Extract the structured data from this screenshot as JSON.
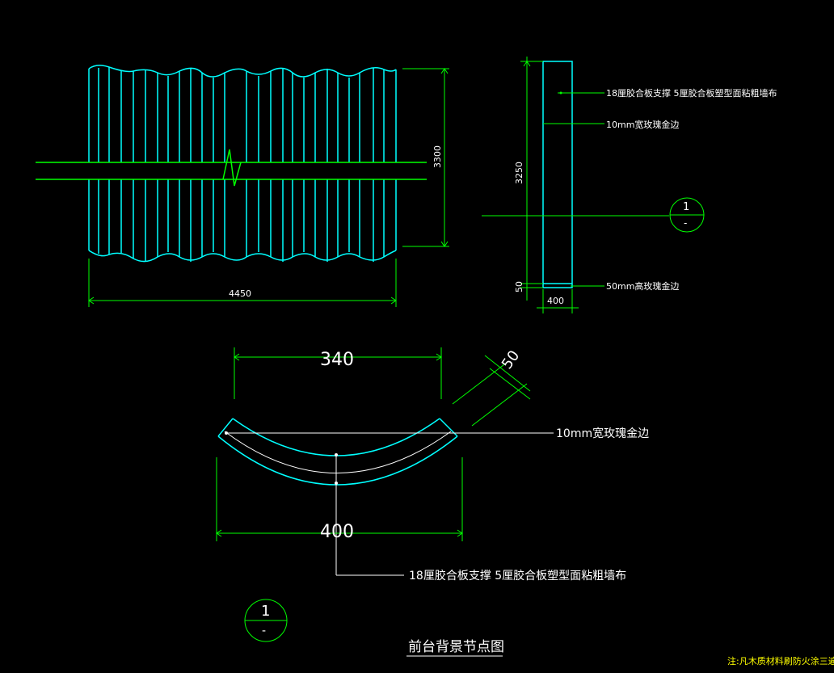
{
  "front_view": {
    "width_dim": "4450",
    "height_dim": "3300"
  },
  "side_view": {
    "height_dim": "3250",
    "bottom_dim": "50",
    "width_dim": "400",
    "label_top": "18厘胶合板支撑 5厘胶合板塑型面粘粗墙布",
    "label_mid": "10mm宽玫瑰金边",
    "label_bottom": "50mm高玫瑰金边",
    "section_mark_num": "1",
    "section_mark_sub": "-"
  },
  "section": {
    "top_dim": "340",
    "bottom_dim": "400",
    "thick_dim": "50",
    "label_edge": "10mm宽玫瑰金边",
    "label_body": "18厘胶合板支撑 5厘胶合板塑型面粘粗墙布",
    "mark_num": "1",
    "mark_sub": "-"
  },
  "title": "前台背景节点图",
  "note": "注:凡木质材料刷防火涂三遍露这",
  "colors": {
    "cyan": "#00ffff",
    "green": "#00ff00",
    "white": "#ffffff",
    "yellow": "#ffff00",
    "bg": "#000000"
  }
}
